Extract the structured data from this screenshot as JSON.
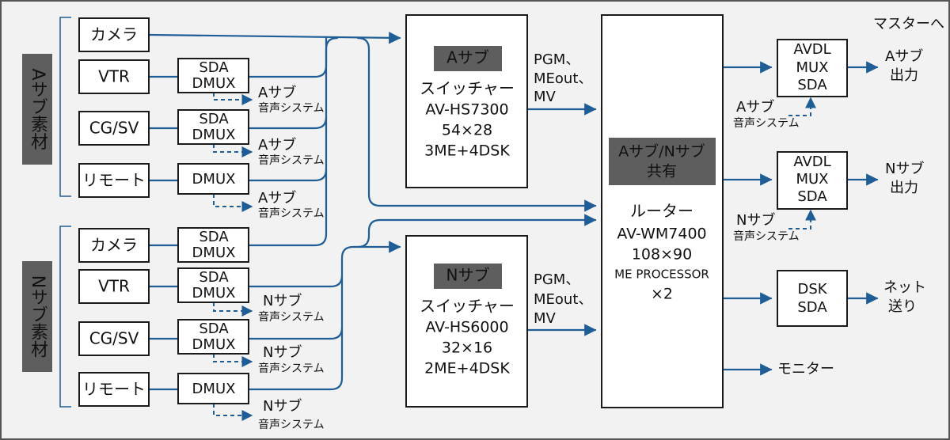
{
  "colors": {
    "background": "#f2f2f2",
    "frame": "#555555",
    "box_border": "#1a1a1a",
    "wire": "#1f5d96",
    "label_bg": "#5e5e5e",
    "label_text": "#ffffff",
    "text": "#111111"
  },
  "groups": {
    "a_sub": "Aサブ素材",
    "n_sub": "Nサブ素材"
  },
  "sources": {
    "a_camera": "カメラ",
    "a_vtr": "VTR",
    "a_cgsv": "CG/SV",
    "a_remote": "リモート",
    "n_camera": "カメラ",
    "n_vtr": "VTR",
    "n_cgsv": "CG/SV",
    "n_remote": "リモート"
  },
  "processors": {
    "sda_dmux_line1": "SDA",
    "sda_dmux_line2": "DMUX",
    "dmux": "DMUX"
  },
  "audio_labels": {
    "a_line1": "Aサブ",
    "n_line1": "Nサブ",
    "line2": "音声システム"
  },
  "switcher_a": {
    "tag": "Aサブ",
    "line1": "スイッチャー",
    "line2": "AV-HS7300",
    "line3": "54×28",
    "line4": "3ME+4DSK"
  },
  "switcher_n": {
    "tag": "Nサブ",
    "line1": "スイッチャー",
    "line2": "AV-HS6000",
    "line3": "32×16",
    "line4": "2ME+4DSK"
  },
  "signal_label": {
    "line1": "PGM、",
    "line2": "MEout、",
    "line3": "MV"
  },
  "router": {
    "tag_line1": "Aサブ/Nサブ",
    "tag_line2": "共有",
    "line1": "ルーター",
    "line2": "AV-WM7400",
    "line3": "108×90",
    "line4": "ME PROCESSOR",
    "line5": "×2"
  },
  "outputs": {
    "avdl_line1": "AVDL",
    "avdl_line2": "MUX",
    "avdl_line3": "SDA",
    "dsk_line1": "DSK",
    "dsk_line2": "SDA",
    "to_master": "マスターへ",
    "a_out_line1": "Aサブ",
    "a_out_line2": "出力",
    "n_out_line1": "Nサブ",
    "n_out_line2": "出力",
    "net_line1": "ネット",
    "net_line2": "送り",
    "monitor": "モニター"
  }
}
